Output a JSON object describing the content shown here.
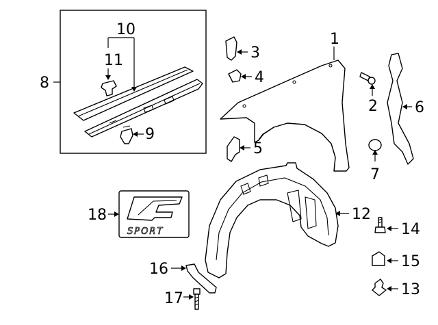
{
  "diagram": {
    "callouts": {
      "c1": "1",
      "c2": "2",
      "c3": "3",
      "c4": "4",
      "c5": "5",
      "c6": "6",
      "c7": "7",
      "c8": "8",
      "c9": "9",
      "c10": "10",
      "c11": "11",
      "c12": "12",
      "c13": "13",
      "c14": "14",
      "c15": "15",
      "c16": "16",
      "c17": "17",
      "c18": "18"
    },
    "emblem": {
      "text": "SPORT",
      "logo_letter": "F"
    },
    "stroke_color": "#000000",
    "background_color": "#ffffff"
  }
}
